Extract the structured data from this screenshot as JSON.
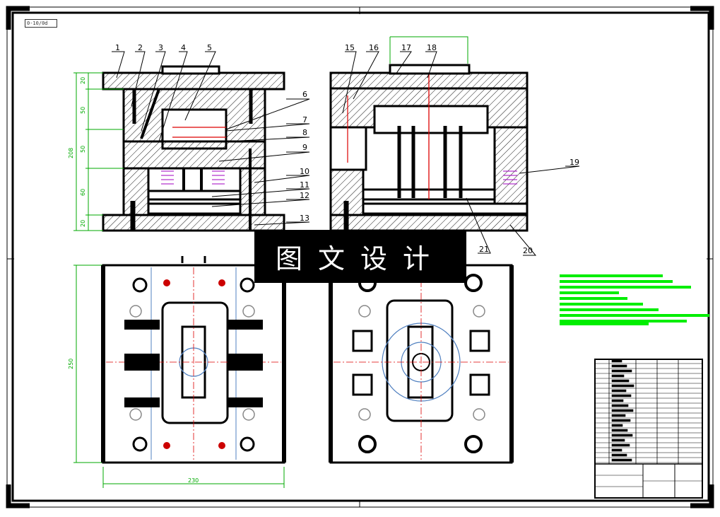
{
  "watermark": "图文设计",
  "drawing_number": "0-10/0d",
  "part_labels": [
    "1",
    "2",
    "3",
    "4",
    "5",
    "6",
    "7",
    "8",
    "9",
    "10",
    "11",
    "12",
    "13",
    "15",
    "16",
    "17",
    "18",
    "19",
    "20",
    "21"
  ],
  "dimensions": {
    "left_vertical": [
      "20",
      "50",
      "50",
      "208",
      "60",
      "20"
    ],
    "plan_height": "250",
    "plan_width": "230"
  },
  "colors": {
    "outline": "#000000",
    "dimension": "#00aa00",
    "centerline": "#ff0000",
    "spring": "#a000c0",
    "notes": "#00ee00"
  }
}
